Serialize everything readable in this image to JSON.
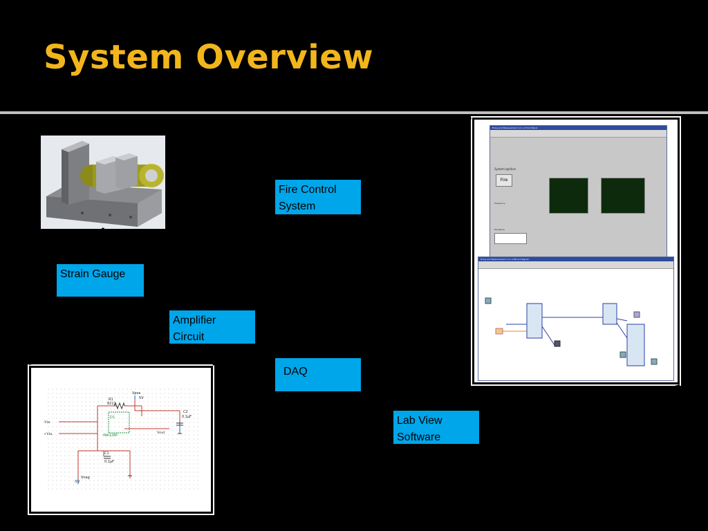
{
  "slide": {
    "title": "System Overview"
  },
  "nodes": {
    "fire_control": {
      "line1": "Fire Control",
      "line2": "System"
    },
    "strain_gauge": {
      "line1": "Strain Gauge"
    },
    "amplifier": {
      "line1": "Amplifier",
      "line2": "Circuit"
    },
    "daq": {
      "line1": "DAQ"
    },
    "labview": {
      "line1": "Lab View",
      "line2": "Software"
    }
  },
  "schematic": {
    "r1": "R1",
    "r1_val": "8211",
    "d1": "D1",
    "chip": "INA126P",
    "vpos": "Vpos",
    "v5": "5V",
    "c2": "C2",
    "c2_val": "0.1μF",
    "c1": "C1",
    "c1_val": "0.1μF",
    "vneg": "Vneg",
    "vneg_val": "-5V",
    "vin_neg": "-Vin",
    "vin_pos": "+Vin",
    "vout": "Vout"
  },
  "labview_panel": {
    "front_title": "Firing and Measurement v1.1 vi Front Panel",
    "block_title": "Firing and Measurement v1.1 vi Block Diagram",
    "system_ignition": "System Ignition",
    "fire_button": "Fire",
    "frequency": "Frequency",
    "file_name": "File Name"
  },
  "colors": {
    "title": "#f2b51c",
    "box": "#00a6ea",
    "background": "#000000",
    "slide_body": "#000000"
  }
}
